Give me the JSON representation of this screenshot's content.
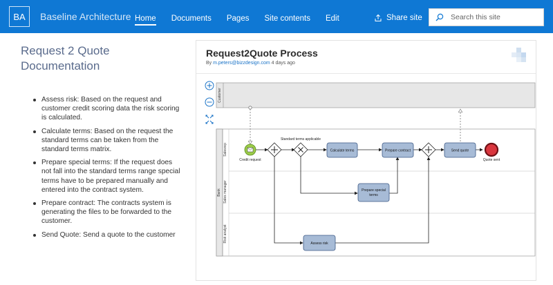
{
  "site": {
    "logo_text": "BA",
    "title": "Baseline Architecture",
    "nav": [
      "Home",
      "Documents",
      "Pages",
      "Site contents",
      "Edit"
    ],
    "share_label": "Share site",
    "search_placeholder": "Search this site",
    "accent_color": "#0f78d4"
  },
  "page": {
    "title": "Request 2 Quote Documentation",
    "bullets": [
      "Assess risk: Based on the request and customer credit scoring data the risk scoring is calculated.",
      "Calculate terms: Based on the request the standard terms can be taken from the standard terms matrix.",
      "Prepare special terms: If the request does not fall into the standard terms range special terms have to be prepared manually and entered into the contract system.",
      "Prepare contract: The contracts system is generating the files to be forwarded to the customer.",
      "Send Quote: Send a quote to the customer"
    ]
  },
  "panel": {
    "title": "Request2Quote Process",
    "by": "By",
    "author": "m.peters@bizzdesign.com",
    "time": "4 days ago"
  },
  "diagram": {
    "pool_customer": "Customer",
    "pool_bank": "Bank",
    "lane_salesrep": "Salesrep",
    "lane_sales_manager": "Sales manager",
    "lane_risk_analyst": "Risk analyst",
    "start_event": "Credit request",
    "end_event": "Quote sent",
    "gateway_label": "Standard terms applicable",
    "task_calculate": "Calculate terms",
    "task_prepare_contract": "Prepare contract",
    "task_send_quote": "Send quote",
    "task_special_1": "Prepare special",
    "task_special_2": "terms",
    "task_assess": "Assess risk",
    "task_color": "#a7bbd6",
    "start_color": "#9ccc4a",
    "end_color": "#d9363e"
  }
}
